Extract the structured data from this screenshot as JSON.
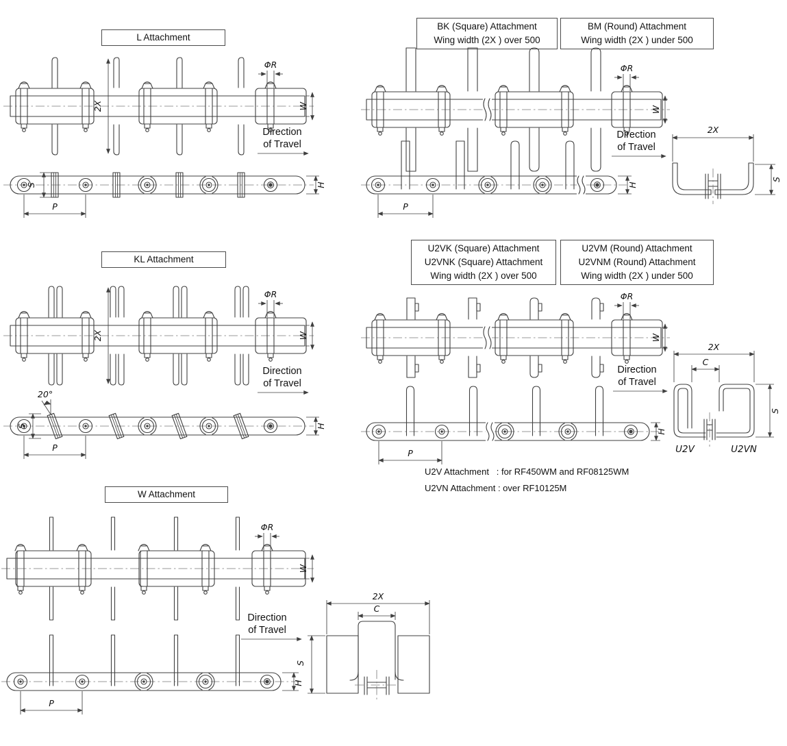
{
  "page": {
    "background": "#ffffff",
    "line_color": "#3f3f3f",
    "text_color": "#111111"
  },
  "boxes": {
    "l": {
      "title": "L Attachment"
    },
    "kl": {
      "title": "KL Attachment"
    },
    "w": {
      "title": "W Attachment"
    },
    "bk": {
      "lines": [
        "BK (Square) Attachment",
        "Wing width (2X ) over 500"
      ]
    },
    "bm": {
      "lines": [
        "BM (Round) Attachment",
        "Wing width (2X ) under 500"
      ]
    },
    "u2vk": {
      "lines": [
        "U2VK (Square) Attachment",
        "U2VNK (Square) Attachment",
        "Wing width (2X ) over 500"
      ]
    },
    "u2vm": {
      "lines": [
        "U2VM (Round) Attachment",
        "U2VNM (Round) Attachment",
        "Wing width (2X ) under 500"
      ]
    }
  },
  "labels": {
    "direction_1": "Direction",
    "direction_2": "of Travel",
    "phi_r": "ΦR",
    "w": "W",
    "two_x": "2X",
    "s": "S",
    "p": "P",
    "h": "H",
    "c": "C",
    "angle_20": "20°",
    "u2v": "U2V",
    "u2vn": "U2VN"
  },
  "notes": {
    "u2v": "U2V Attachment   : for RF450WM and RF08125WM",
    "u2vn": "U2VN Attachment : over RF10125M"
  }
}
